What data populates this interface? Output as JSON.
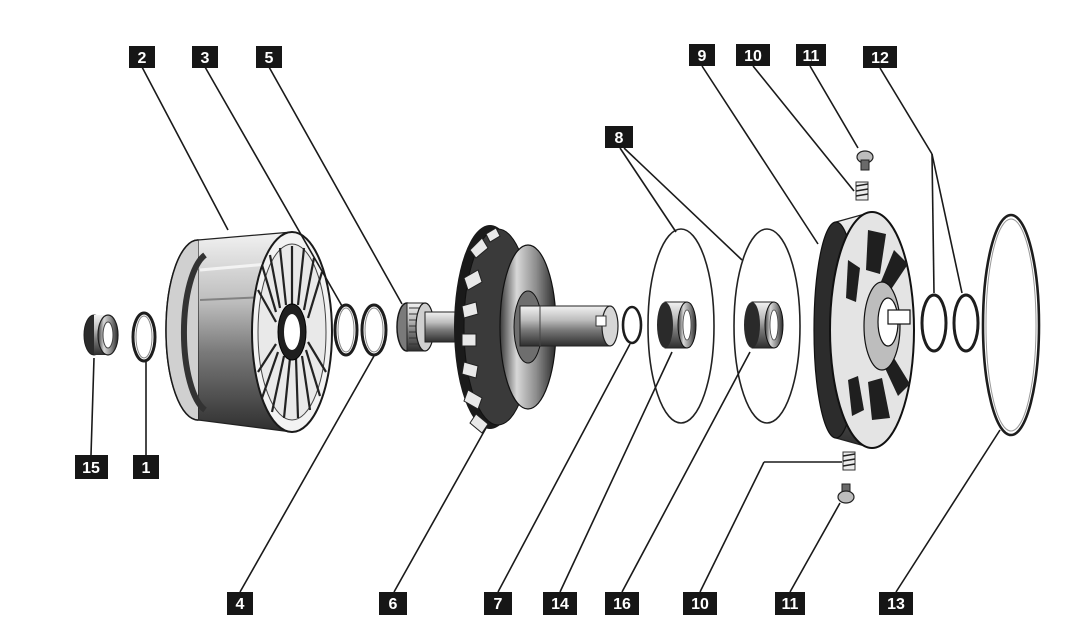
{
  "callouts": [
    {
      "id": "c2",
      "label": "2"
    },
    {
      "id": "c3",
      "label": "3"
    },
    {
      "id": "c5",
      "label": "5"
    },
    {
      "id": "c8",
      "label": "8"
    },
    {
      "id": "c9",
      "label": "9"
    },
    {
      "id": "c10a",
      "label": "10"
    },
    {
      "id": "c11a",
      "label": "11"
    },
    {
      "id": "c12",
      "label": "12"
    },
    {
      "id": "c15",
      "label": "15"
    },
    {
      "id": "c1",
      "label": "1"
    },
    {
      "id": "c4",
      "label": "4"
    },
    {
      "id": "c6",
      "label": "6"
    },
    {
      "id": "c7",
      "label": "7"
    },
    {
      "id": "c14",
      "label": "14"
    },
    {
      "id": "c16",
      "label": "16"
    },
    {
      "id": "c10b",
      "label": "10"
    },
    {
      "id": "c11b",
      "label": "11"
    },
    {
      "id": "c13",
      "label": "13"
    }
  ],
  "colors": {
    "ink": "#161616",
    "metal_light": "#d9d9d9",
    "metal_mid": "#9a9a9a",
    "metal_dark": "#3a3a3a"
  }
}
